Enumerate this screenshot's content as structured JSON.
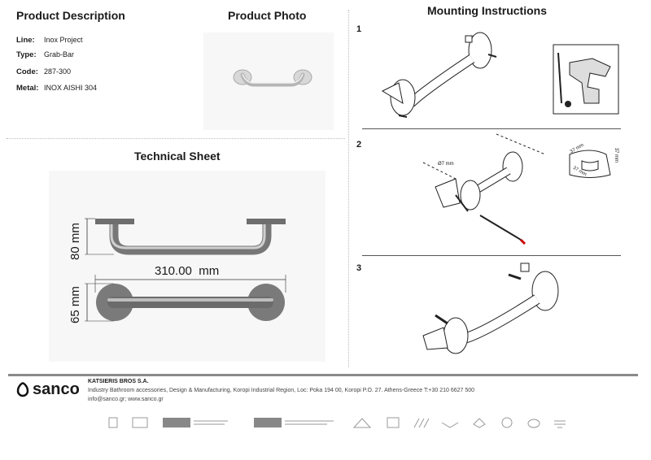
{
  "description": {
    "heading": "Product Description",
    "rows": [
      {
        "label": "Line:",
        "value": "Inox Project"
      },
      {
        "label": "Type:",
        "value": "Grab-Bar"
      },
      {
        "label": "Code:",
        "value": "287-300"
      },
      {
        "label": "Metal:",
        "value": "INOX AISHI 304"
      }
    ]
  },
  "photo": {
    "heading": "Product Photo"
  },
  "technical": {
    "heading": "Technical Sheet",
    "height_label": "80 mm",
    "length_label": "310.00  mm",
    "depth_label": "65 mm"
  },
  "mounting": {
    "heading": "Mounting Instructions",
    "steps": [
      "1",
      "2",
      "3"
    ],
    "hole_label": "Ø7 mm",
    "dim_a": "37 mm",
    "dim_b": "37 mm",
    "dim_c": "37 mm"
  },
  "footer": {
    "brand": "sanco",
    "company": "KATSIERIS BROS S.A.",
    "line1": "Industry Bathroom accessories, Design & Manufacturing, Koropi Industrial Region, Loc: Poka 194 00, Koropi P.O. 27. Athens-Greece   T:+30 210 6627 500",
    "line2": "info@sanco.gr; www.sanco.gr"
  },
  "colors": {
    "accent": "#1a1a1a",
    "rule": "#8a8a8a",
    "chrome": "#c9c9c9"
  }
}
